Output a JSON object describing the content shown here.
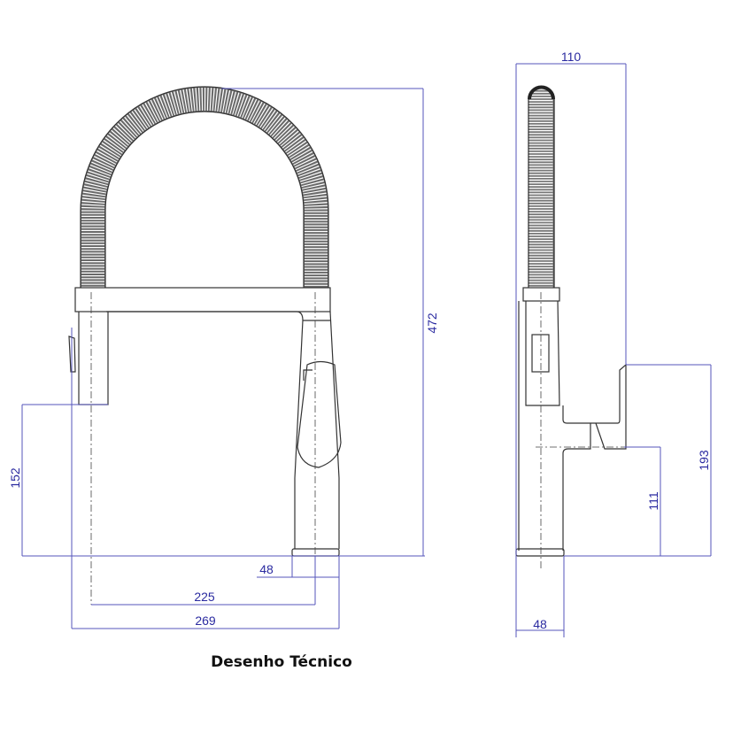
{
  "caption": "Desenho Técnico",
  "colors": {
    "dimension": "#5555bb",
    "outline": "#333333"
  },
  "front_view": {
    "dimensions": {
      "total_height": "472",
      "handle_height": "152",
      "base_diameter": "48",
      "reach": "225",
      "total_width": "269"
    }
  },
  "side_view": {
    "dimensions": {
      "depth": "110",
      "lever_height": "193",
      "spout_axis_height": "111",
      "base_diameter": "48"
    }
  }
}
